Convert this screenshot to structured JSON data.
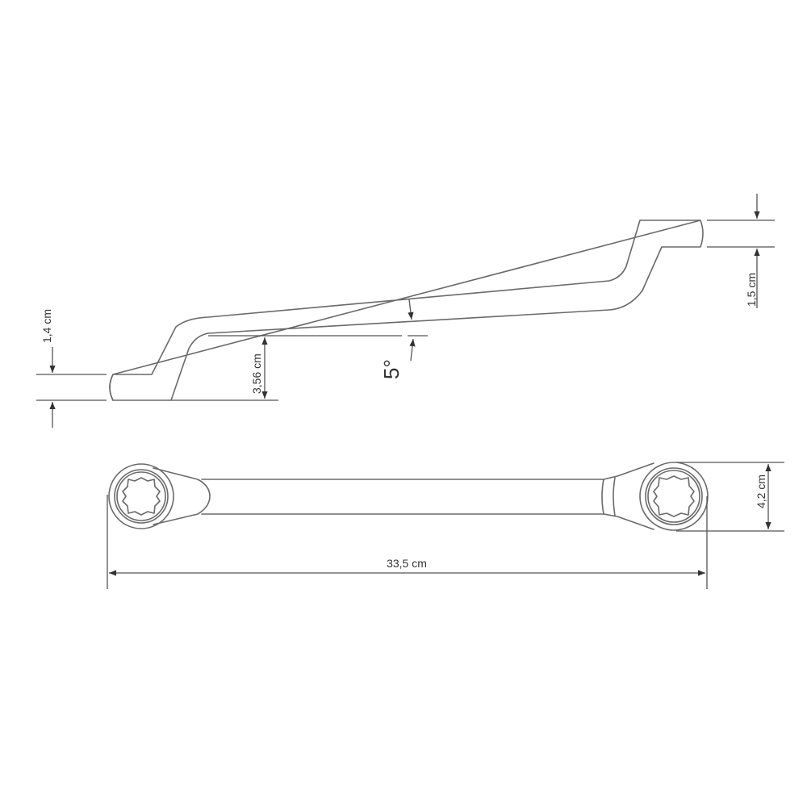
{
  "diagram": {
    "subject": "double-ended offset ratchet ring wrench",
    "views": [
      "side-view",
      "top-view"
    ],
    "colors": {
      "line": "#6a6a6a",
      "text": "#333333",
      "background": "#ffffff"
    }
  },
  "dimensions": {
    "left_head_thickness": "1,4 cm",
    "offset_height": "3,56 cm",
    "offset_angle": "5°",
    "right_head_thickness": "1,5 cm",
    "head_width": "4,2 cm",
    "overall_length": "33,5 cm"
  }
}
